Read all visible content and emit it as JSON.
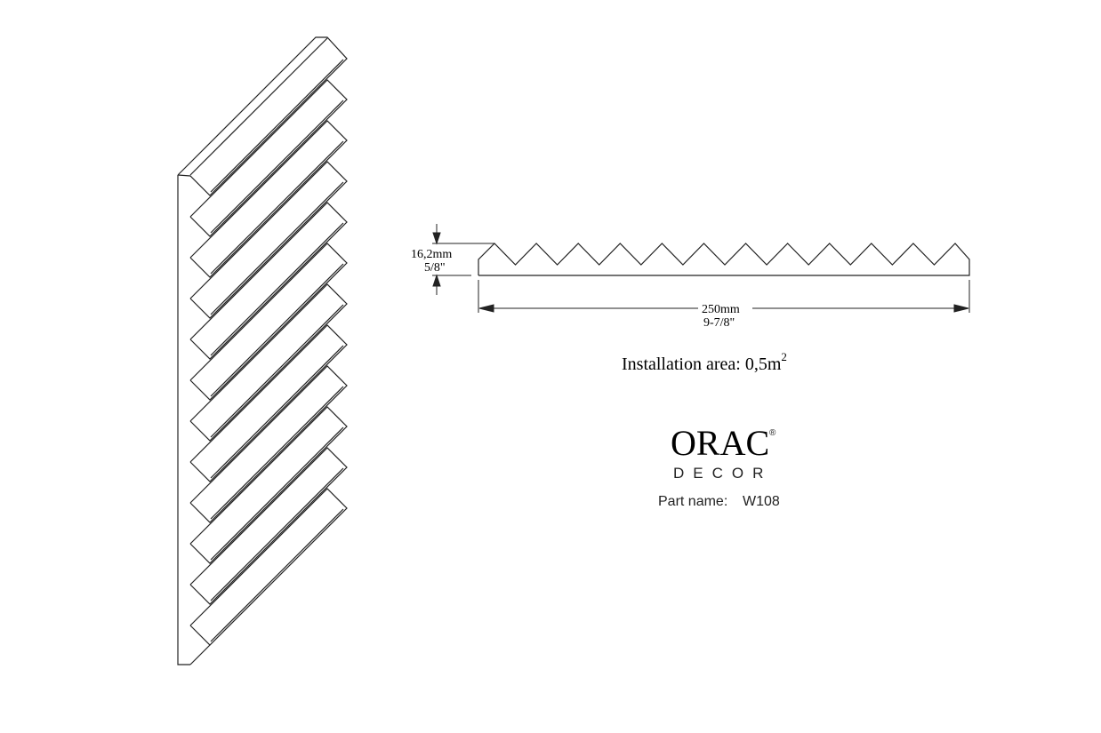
{
  "drawing": {
    "slat_count": 12,
    "profile_peaks": 12,
    "height_dim": {
      "metric": "16,2mm",
      "imperial": "5/8\""
    },
    "width_dim": {
      "metric": "250mm",
      "imperial": "9-7/8\""
    },
    "installation": {
      "label": "Installation area: 0,5m",
      "superscript": "2"
    }
  },
  "logo": {
    "brand": "ORAC",
    "sub": "DECOR",
    "registered": "®"
  },
  "part": {
    "label": "Part name:",
    "value": "W108"
  },
  "colors": {
    "line": "#222222",
    "background": "#ffffff"
  }
}
